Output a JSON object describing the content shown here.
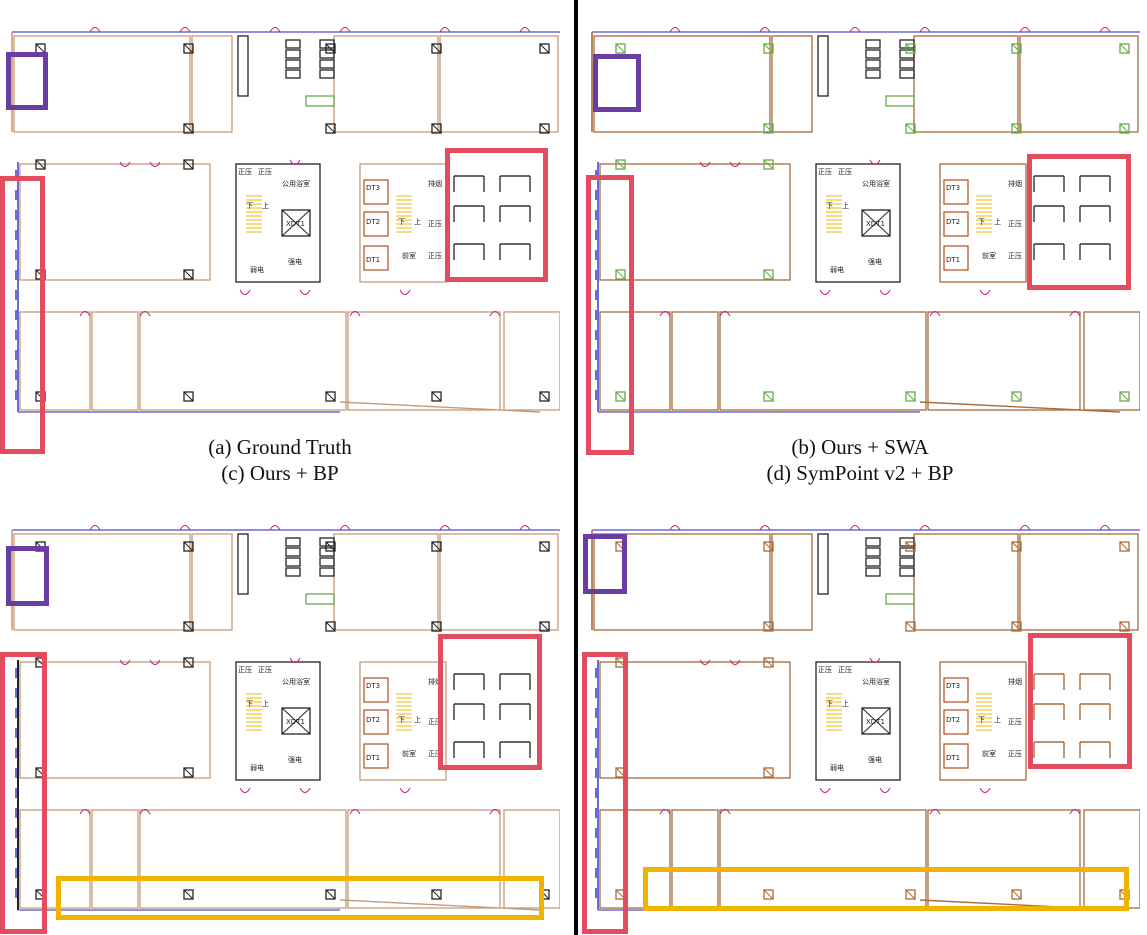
{
  "captions": {
    "a": "(a) Ground Truth",
    "b": "(b) Ours + SWA",
    "c": "(c) Ours + BP",
    "d": "(d) SymPoint v2 + BP"
  },
  "plan_labels": {
    "zhengya": "正压",
    "public_bath": "公用浴室",
    "xdt1": "XDT1",
    "dt3": "DT3",
    "dt2": "DT2",
    "dt1": "DT1",
    "weak": "弱电",
    "strong": "强电",
    "down": "下",
    "up": "上",
    "front_room": "前室",
    "shaft": "排烟"
  },
  "colors": {
    "wall": "#c79a78",
    "door": "#c2187a",
    "window": "#6b6bd6",
    "column": "#222222",
    "stair": "#f0b400",
    "purple": "#6a3da3",
    "red": "#e34b5e",
    "yellow": "#f0b400",
    "green": "#6aa84f"
  }
}
